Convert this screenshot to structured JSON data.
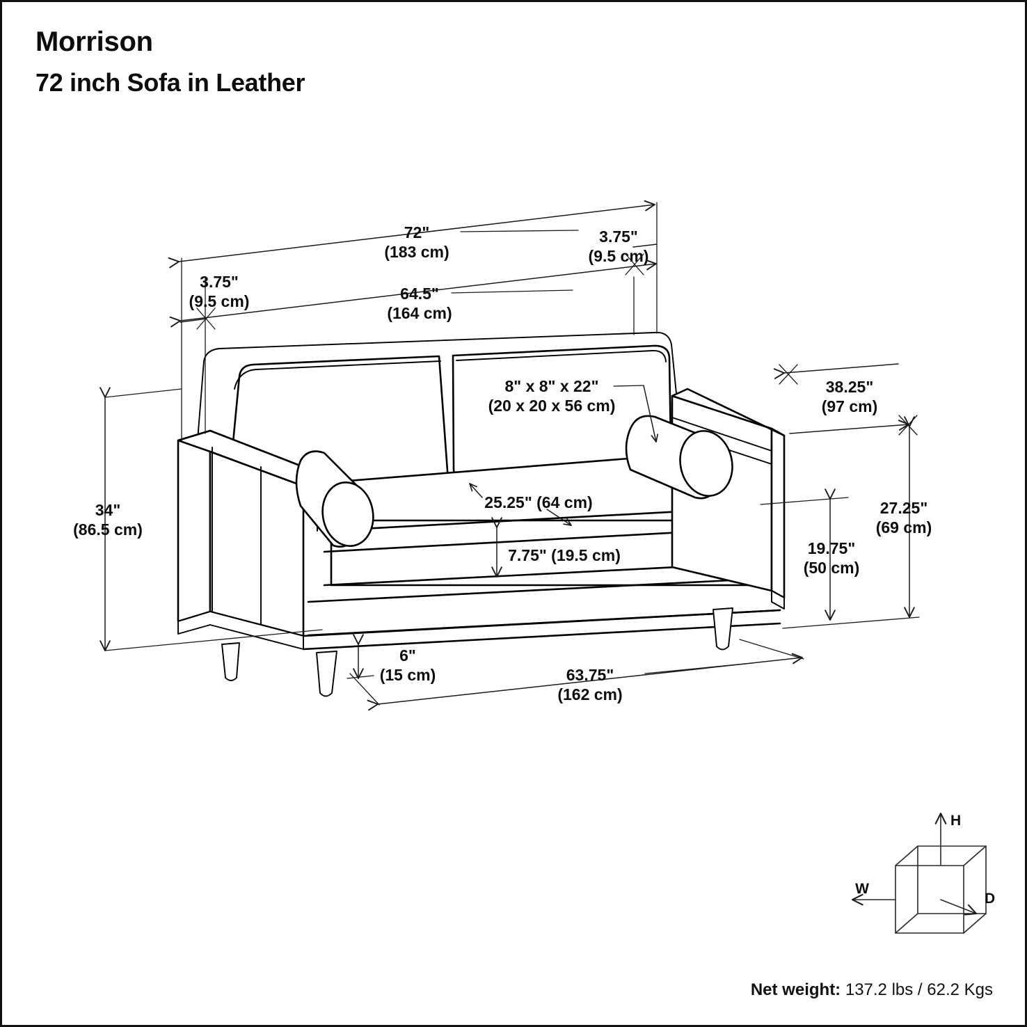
{
  "header": {
    "brand_title": "Morrison",
    "product_title": "72 inch Sofa in Leather"
  },
  "dimensions": {
    "overall_width": {
      "imperial": "72\"",
      "metric": "(183 cm)"
    },
    "arm_width_right": {
      "imperial": "3.75\"",
      "metric": "(9.5 cm)"
    },
    "arm_width_left": {
      "imperial": "3.75\"",
      "metric": "(9.5 cm)"
    },
    "inside_width": {
      "imperial": "64.5\"",
      "metric": "(164 cm)"
    },
    "overall_depth": {
      "imperial": "38.25\"",
      "metric": "(97 cm)"
    },
    "overall_height": {
      "imperial": "34\"",
      "metric": "(86.5 cm)"
    },
    "arm_height": {
      "imperial": "27.25\"",
      "metric": "(69 cm)"
    },
    "seat_height": {
      "imperial": "19.75\"",
      "metric": "(50 cm)"
    },
    "seat_depth": {
      "imperial": "25.25\" (64 cm)"
    },
    "seat_cushion_thickness": {
      "imperial": "7.75\" (19.5 cm)"
    },
    "leg_height": {
      "imperial": "6\"",
      "metric": "(15 cm)"
    },
    "inside_depth": {
      "imperial": "63.75\"",
      "metric": "(162 cm)"
    },
    "bolster_pillow": {
      "imperial": "8\" x 8\" x 22\"",
      "metric": "(20 x 20 x 56 cm)"
    }
  },
  "legend": {
    "height_label": "H",
    "width_label": "W",
    "depth_label": "D"
  },
  "footer": {
    "net_weight_label": "Net weight:",
    "net_weight_value": "137.2 lbs / 62.2 Kgs"
  },
  "colors": {
    "ink": "#111111",
    "background": "#ffffff",
    "dimension_line": "#1a1a1a"
  }
}
